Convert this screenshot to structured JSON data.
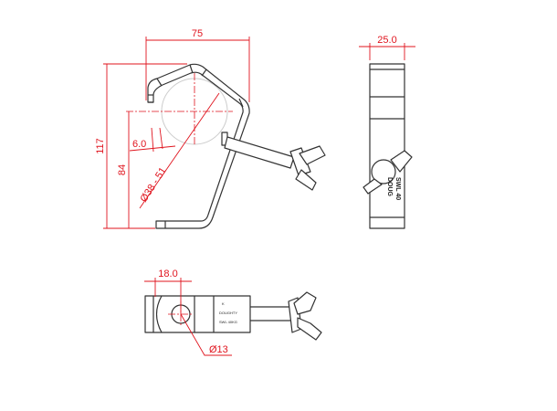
{
  "front_view": {
    "width_dim": "75",
    "height_dim": "117",
    "pipe_center_height_dim": "84",
    "jaw_gap_dim": "6.0",
    "pipe_diameter_dim": "Ø38 - 51"
  },
  "side_view": {
    "width_dim": "25.0",
    "marking_line1": "DOUG",
    "marking_line2": "SWL 40"
  },
  "bottom_view": {
    "offset_dim": "18.0",
    "hole_diameter_dim": "Ø13",
    "markings": [
      "K",
      "DOUGHTY",
      "SWL 40KG"
    ]
  },
  "colors": {
    "dimension": "#e0141e",
    "outline": "#333333"
  }
}
